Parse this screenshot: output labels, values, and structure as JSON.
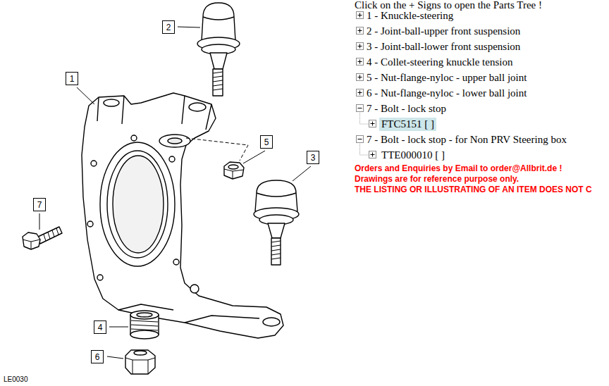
{
  "diagram": {
    "nodes": [
      {
        "text": [
          "2"
        ]
      },
      {
        "text": [
          "1"
        ]
      },
      {
        "text": [
          "5"
        ]
      },
      {
        "text": [
          "3"
        ]
      },
      {
        "text": [
          "7"
        ]
      },
      {
        "text": [
          "4"
        ]
      },
      {
        "text": [
          "6"
        ]
      },
      {
        "text": [
          "FTC5151 [ ]"
        ]
      }
    ],
    "edges": [],
    "labels": [
      "Click on the + Signs to open the Parts Tree !",
      "1 - Knuckle-steering",
      "2 - Joint-ball-upper front suspension",
      "3 - Joint-ball-lower front suspension",
      "4 - Collet-steering knuckle tension",
      "5 - Nut-flange-nyloc - upper ball joint",
      "6 - Nut-flange-nyloc - lower ball joint",
      "7 - Bolt - lock stop",
      "7 - Bolt - lock stop - for Non PRV Steering box",
      "TTE000010 [ ]",
      "Orders and Enquiries by Email to order@Allbrit.de !",
      "Drawings are for reference purpose only.",
      "THE LISTING OR ILLUSTRATING OF AN ITEM DOES NOT C",
      "LE0030"
    ]
  }
}
